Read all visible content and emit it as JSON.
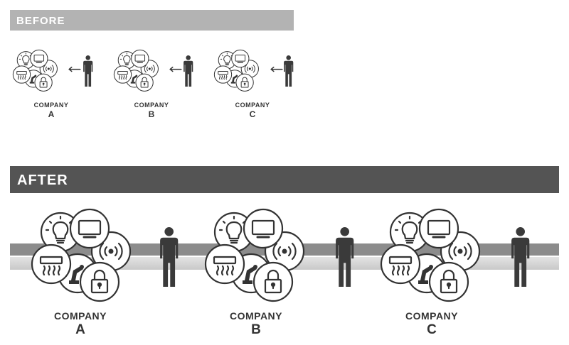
{
  "before": {
    "title": "BEFORE",
    "companies": [
      {
        "label": "COMPANY",
        "letter": "A"
      },
      {
        "label": "COMPANY",
        "letter": "B"
      },
      {
        "label": "COMPANY",
        "letter": "C"
      }
    ]
  },
  "after": {
    "title": "AFTER",
    "companies": [
      {
        "label": "COMPANY",
        "letter": "A"
      },
      {
        "label": "COMPANY",
        "letter": "B"
      },
      {
        "label": "COMPANY",
        "letter": "C"
      }
    ]
  },
  "device_icons": [
    "lightbulb-icon",
    "tv-icon",
    "wireless-signal-icon",
    "air-conditioner-icon",
    "robot-arm-icon",
    "lock-icon"
  ],
  "colors": {
    "before_banner": "#b3b3b3",
    "after_banner": "#545454",
    "icon_stroke": "#333333",
    "person": "#3a3a3a"
  }
}
